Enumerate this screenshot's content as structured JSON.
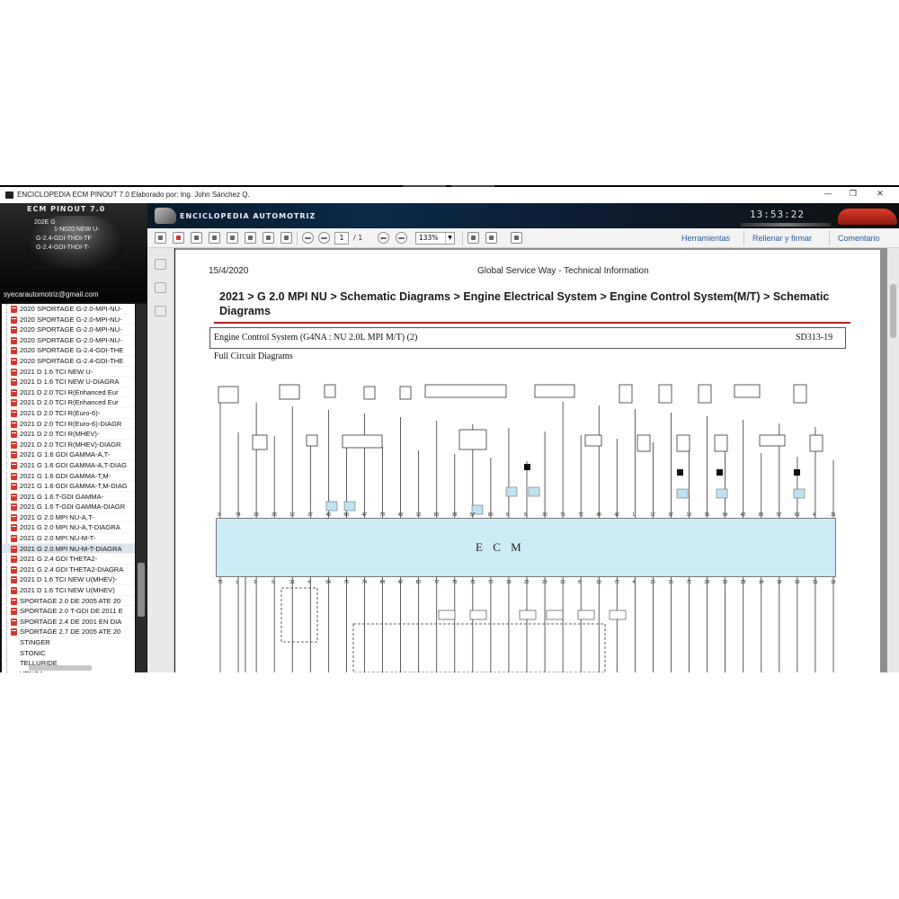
{
  "window": {
    "title": "ENCICLOPEDIA ECM PINOUT 7.0     Elaborado por: Ing. John Sánchez Q.",
    "minimize": "—",
    "maximize": "❐",
    "close": "✕"
  },
  "left_panel": {
    "brand": "ECM PINOUT 7.0",
    "logo_lines": [
      "202E G",
      "1-N020 NEW U-",
      "G-2.4-GDI-THDI-TF",
      "G-2.4-GDI-THDI-T-"
    ],
    "email": "syecarautomotriz@gmail.com",
    "items": [
      "2020 SPORTAGE G-2.0-MPI-NU-",
      "2020 SPORTAGE G-2.0-MPI-NU-",
      "2020 SPORTAGE G-2.0-MPI-NU-",
      "2020 SPORTAGE G-2.0-MPI-NU-",
      "2020 SPORTAGE G-2.4-GDI-THE",
      "2020 SPORTAGE G-2.4-GDI-THE",
      "2021  D 1.6 TCI NEW U-",
      "2021  D 1.6 TCI NEW U-DIAGRA",
      "2021  D 2.0 TCI R(Enhanced Eur",
      "2021  D 2.0 TCI R(Enhanced Eur",
      "2021  D 2.0 TCI R(Euro-6)-",
      "2021  D 2.0 TCI R(Euro-6)-DIAGR",
      "2021  D 2.0 TCI R(MHEV)-",
      "2021  D 2.0 TCI R(MHEV)-DIAGR",
      "2021  G 1.6 GDI GAMMA-A,T-",
      "2021  G 1.6 GDI GAMMA-A,T-DIAG",
      "2021  G 1.6 GDI GAMMA-T,M-",
      "2021  G 1.6 GDI GAMMA-T,M-DIAG",
      "2021  G 1.6 T-GDI GAMMA-",
      "2021  G 1.6 T-GDI GAMMA-DIAGR",
      "2021  G 2.0 MPI NU-A,T-",
      "2021  G 2.0 MPI NU-A,T-DIAGRA",
      "2021  G 2.0 MPI NU-M-T-",
      "2021  G 2.0 MPI NU-M-T-DIAGRA",
      "2021  G 2.4 GDI THETA2-",
      "2021  G 2.4 GDI THETA2-DIAGRA",
      "2021  D 1.6 TCI NEW U(MHEV)-",
      "2021  D 1.6 TCI NEW U(MHEV)",
      "SPORTAGE 2.0 DE 2005 ATE 20",
      "SPORTAGE 2.0 T-GDI DE 2011 E",
      "SPORTAGE 2.4 DE 2001 EN DIA",
      "SPORTAGE 2.7 DE 2005 ATE 20"
    ],
    "selected_index": 23,
    "folders": [
      "STINGER",
      "STONIC",
      "TELLURIDE",
      "VENGA"
    ]
  },
  "banner": {
    "logo_text": "ENCICLOPEDIA AUTOMOTRIZ",
    "clock": "13:53:22"
  },
  "toolbar": {
    "page_current": "1",
    "page_total": "/ 1",
    "zoom": "133%",
    "zoom_dropdown": "▼",
    "tools": "Herramientas",
    "sign": "Rellenar y firmar",
    "comment": "Comentario"
  },
  "document": {
    "date": "15/4/2020",
    "service": "Global Service Way - Technical Information",
    "breadcrumb": "2021 > G 2.0 MPI NU > Schematic Diagrams > Engine Electrical System > Engine Control System(M/T) > Schematic Diagrams",
    "section_title": "Engine Control System (G4NA : NU 2.0L MPI M/T) (2)",
    "section_code": "SD313-19",
    "subtitle": "Full Circuit Diagrams",
    "ecm_label": "E C M",
    "top_pins": [
      "9",
      "74",
      "29",
      "28",
      "12",
      "27",
      "43",
      "88",
      "47",
      "78",
      "49",
      "12",
      "80",
      "38",
      "57",
      "80",
      "6",
      "5",
      "30",
      "71",
      "72",
      "48",
      "42",
      "1",
      "17",
      "37",
      "13",
      "35",
      "54",
      "42",
      "86",
      "57",
      "63",
      "4",
      "31"
    ],
    "bottom_pins": [
      "76",
      "1",
      "3",
      "5",
      "31",
      "4",
      "54",
      "75",
      "74",
      "84",
      "42",
      "80",
      "77",
      "78",
      "75",
      "72",
      "18",
      "22",
      "23",
      "15",
      "8",
      "18",
      "72",
      "4",
      "16",
      "15",
      "72",
      "29",
      "30",
      "28",
      "14",
      "18",
      "19",
      "31",
      "18"
    ],
    "colors": {
      "ecm_fill": "#cdebf5",
      "title_rule": "#b22222",
      "link": "#2a5a9a"
    }
  }
}
